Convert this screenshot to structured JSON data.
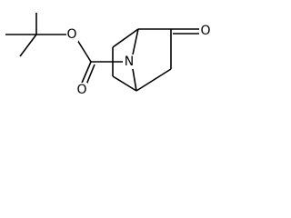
{
  "atoms": {
    "ester_oxygen": "O",
    "carbonyl_oxygen_carbamate": "O",
    "bridge_nitrogen": "N",
    "ketone_oxygen": "O"
  }
}
